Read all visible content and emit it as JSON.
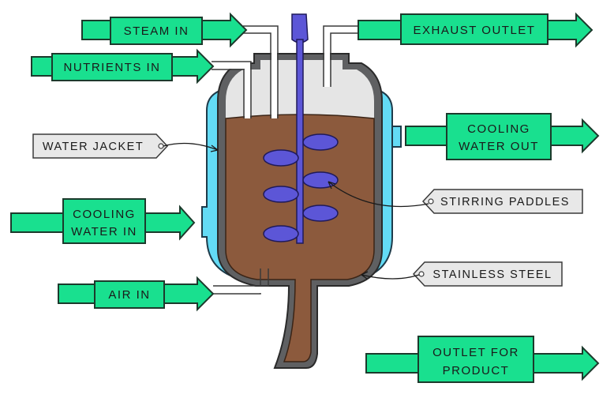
{
  "colors": {
    "arrow_fill": "#19e08f",
    "arrow_stroke": "#1c3a2c",
    "jacket": "#63dbf5",
    "vessel_wall": "#5f6062",
    "vessel_inner": "#e5e5e5",
    "broth": "#8c5a3d",
    "paddle": "#5c56d7",
    "tag_fill": "#e8e8e8"
  },
  "labels": {
    "steam_in": "STEAM IN",
    "nutrients_in": "NUTRIENTS IN",
    "water_jacket": "WATER JACKET",
    "cooling_water_in_1": "COOLING",
    "cooling_water_in_2": "WATER IN",
    "air_in": "AIR IN",
    "exhaust_outlet": "EXHAUST OUTLET",
    "cooling_water_out_1": "COOLING",
    "cooling_water_out_2": "WATER OUT",
    "stirring_paddles": "STIRRING PADDLES",
    "stainless_steel": "STAINLESS STEEL",
    "outlet_product_1": "OUTLET FOR",
    "outlet_product_2": "PRODUCT"
  }
}
